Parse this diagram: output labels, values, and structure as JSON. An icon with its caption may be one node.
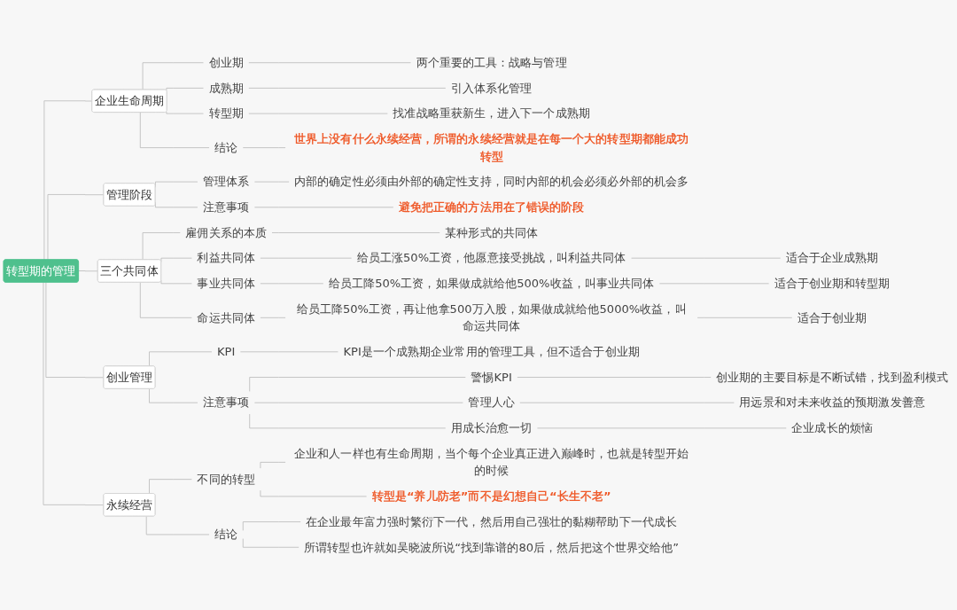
{
  "diagram": {
    "nodes": [
      {
        "text": [
          "转型期的管理"
        ]
      },
      {
        "text": [
          "企业生命周期"
        ]
      },
      {
        "text": [
          "创业期"
        ]
      },
      {
        "text": [
          "两个重要的工具：战略与管理"
        ]
      },
      {
        "text": [
          "成熟期"
        ]
      },
      {
        "text": [
          "引入体系化管理"
        ]
      },
      {
        "text": [
          "转型期"
        ]
      },
      {
        "text": [
          "找准战略重获新生，进入下一个成熟期"
        ]
      },
      {
        "text": [
          "结论"
        ]
      },
      {
        "text": [
          "世界上没有什么永续经营，所谓的永续经营就是在每一个大的转型期都能成功转型"
        ]
      },
      {
        "text": [
          "管理阶段"
        ]
      },
      {
        "text": [
          "管理体系"
        ]
      },
      {
        "text": [
          "内部的确定性必须由外部的确定性支持，同时内部的机会必须必外部的机会多"
        ]
      },
      {
        "text": [
          "注意事项"
        ]
      },
      {
        "text": [
          "避免把正确的方法用在了错误的阶段"
        ]
      },
      {
        "text": [
          "三个共同体"
        ]
      },
      {
        "text": [
          "雇佣关系的本质"
        ]
      },
      {
        "text": [
          "某种形式的共同体"
        ]
      },
      {
        "text": [
          "利益共同体"
        ]
      },
      {
        "text": [
          "给员工涨50%工资，他愿意接受挑战，叫利益共同体"
        ]
      },
      {
        "text": [
          "适合于企业成熟期"
        ]
      },
      {
        "text": [
          "事业共同体"
        ]
      },
      {
        "text": [
          "给员工降50%工资，如果做成就给他500%收益，叫事业共同体"
        ]
      },
      {
        "text": [
          "适合于创业期和转型期"
        ]
      },
      {
        "text": [
          "命运共同体"
        ]
      },
      {
        "text": [
          "给员工降50%工资，再让他拿500万入股，如果做成就给他5000%收益，叫命运共同体"
        ]
      },
      {
        "text": [
          "适合于创业期"
        ]
      },
      {
        "text": [
          "创业管理"
        ]
      },
      {
        "text": [
          "KPI"
        ]
      },
      {
        "text": [
          "KPI是一个成熟期企业常用的管理工具，但不适合于创业期"
        ]
      },
      {
        "text": [
          "注意事项"
        ]
      },
      {
        "text": [
          "警惕KPI"
        ]
      },
      {
        "text": [
          "创业期的主要目标是不断试错，找到盈利模式"
        ]
      },
      {
        "text": [
          "管理人心"
        ]
      },
      {
        "text": [
          "用远景和对未来收益的预期激发善意"
        ]
      },
      {
        "text": [
          "用成长治愈一切"
        ]
      },
      {
        "text": [
          "企业成长的烦恼"
        ]
      },
      {
        "text": [
          "永续经营"
        ]
      },
      {
        "text": [
          "不同的转型"
        ]
      },
      {
        "text": [
          "企业和人一样也有生命周期，当个每个企业真正进入巅峰时，也就是转型开始的时候"
        ]
      },
      {
        "text": [
          "转型是“养儿防老”而不是幻想自己“长生不老”"
        ]
      },
      {
        "text": [
          "结论"
        ]
      },
      {
        "text": [
          "在企业最年富力强时繁衍下一代，然后用自己强壮的黏糊帮助下一代成长"
        ]
      },
      {
        "text": [
          "所谓转型也许就如吴晓波所说“找到靠谱的80后，然后把这个世界交给他”"
        ]
      }
    ],
    "edges": [
      {
        "from": 0,
        "to": 1,
        "arrow": "none"
      },
      {
        "from": 1,
        "to": 2,
        "arrow": "none"
      },
      {
        "from": 2,
        "to": 3,
        "arrow": "none"
      },
      {
        "from": 1,
        "to": 4,
        "arrow": "none"
      },
      {
        "from": 4,
        "to": 5,
        "arrow": "none"
      },
      {
        "from": 1,
        "to": 6,
        "arrow": "none"
      },
      {
        "from": 6,
        "to": 7,
        "arrow": "none"
      },
      {
        "from": 1,
        "to": 8,
        "arrow": "none"
      },
      {
        "from": 8,
        "to": 9,
        "arrow": "none"
      },
      {
        "from": 0,
        "to": 10,
        "arrow": "none"
      },
      {
        "from": 10,
        "to": 11,
        "arrow": "none"
      },
      {
        "from": 11,
        "to": 12,
        "arrow": "none"
      },
      {
        "from": 10,
        "to": 13,
        "arrow": "none"
      },
      {
        "from": 13,
        "to": 14,
        "arrow": "none"
      },
      {
        "from": 0,
        "to": 15,
        "arrow": "none"
      },
      {
        "from": 15,
        "to": 16,
        "arrow": "none"
      },
      {
        "from": 16,
        "to": 17,
        "arrow": "none"
      },
      {
        "from": 15,
        "to": 18,
        "arrow": "none"
      },
      {
        "from": 18,
        "to": 19,
        "arrow": "none"
      },
      {
        "from": 19,
        "to": 20,
        "arrow": "none"
      },
      {
        "from": 15,
        "to": 21,
        "arrow": "none"
      },
      {
        "from": 21,
        "to": 22,
        "arrow": "none"
      },
      {
        "from": 22,
        "to": 23,
        "arrow": "none"
      },
      {
        "from": 15,
        "to": 24,
        "arrow": "none"
      },
      {
        "from": 24,
        "to": 25,
        "arrow": "none"
      },
      {
        "from": 25,
        "to": 26,
        "arrow": "none"
      },
      {
        "from": 0,
        "to": 27,
        "arrow": "none"
      },
      {
        "from": 27,
        "to": 28,
        "arrow": "none"
      },
      {
        "from": 28,
        "to": 29,
        "arrow": "none"
      },
      {
        "from": 27,
        "to": 30,
        "arrow": "none"
      },
      {
        "from": 30,
        "to": 31,
        "arrow": "none"
      },
      {
        "from": 31,
        "to": 32,
        "arrow": "none"
      },
      {
        "from": 30,
        "to": 33,
        "arrow": "none"
      },
      {
        "from": 33,
        "to": 34,
        "arrow": "none"
      },
      {
        "from": 30,
        "to": 35,
        "arrow": "none"
      },
      {
        "from": 35,
        "to": 36,
        "arrow": "none"
      },
      {
        "from": 0,
        "to": 37,
        "arrow": "none"
      },
      {
        "from": 37,
        "to": 38,
        "arrow": "none"
      },
      {
        "from": 38,
        "to": 39,
        "arrow": "none"
      },
      {
        "from": 38,
        "to": 40,
        "arrow": "none"
      },
      {
        "from": 37,
        "to": 41,
        "arrow": "none"
      },
      {
        "from": 41,
        "to": 42,
        "arrow": "none"
      },
      {
        "from": 41,
        "to": 43,
        "arrow": "none"
      }
    ]
  }
}
